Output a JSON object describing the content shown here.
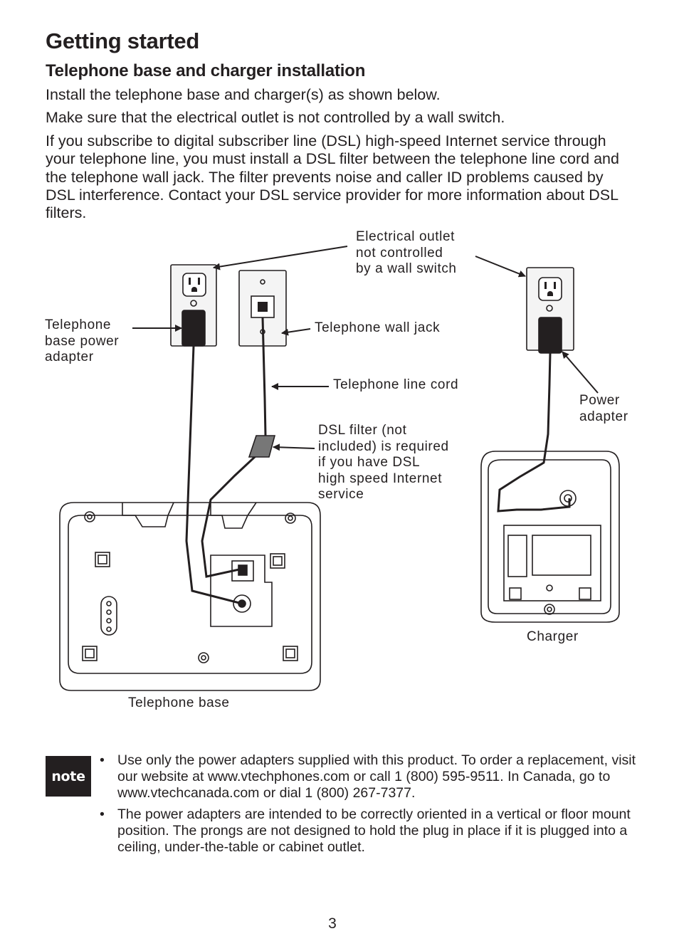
{
  "title": "Getting started",
  "subtitle": "Telephone base and charger installation",
  "paragraphs": {
    "p1": "Install the telephone base and charger(s) as shown below.",
    "p2": "Make sure that the electrical outlet is not controlled by a wall switch.",
    "p3": "If you subscribe to digital subscriber line (DSL) high-speed Internet service through your telephone line, you must install a DSL filter between the telephone line cord and the telephone wall jack. The filter prevents noise and caller ID problems caused by DSL interference. Contact your DSL service provider for more information about DSL filters."
  },
  "diagram": {
    "label_outlet": "Electrical outlet\nnot controlled\nby a wall switch",
    "label_base_power": "Telephone\nbase power\nadapter",
    "label_wall_jack": "Telephone wall jack",
    "label_line_cord": "Telephone line cord",
    "label_dsl": "DSL filter (not\nincluded) is required\nif you have DSL\nhigh speed Internet\nservice",
    "label_power_adapter": "Power\nadapter",
    "label_charger": "Charger",
    "label_base": "Telephone base"
  },
  "note": {
    "badge": "note",
    "bullet_1": "Use only the power adapters supplied with this product. To order a replacement, visit our website at www.vtechphones.com or call 1 (800) 595-9511. In Canada, go to www.vtechcanada.com or dial 1 (800) 267-7377.",
    "bullet_2": "The power adapters are intended to be correctly oriented in a vertical or floor mount position. The prongs are not designed to hold the plug in place if it is plugged into a ceiling, under-the-table or cabinet outlet."
  },
  "page_number": "3"
}
